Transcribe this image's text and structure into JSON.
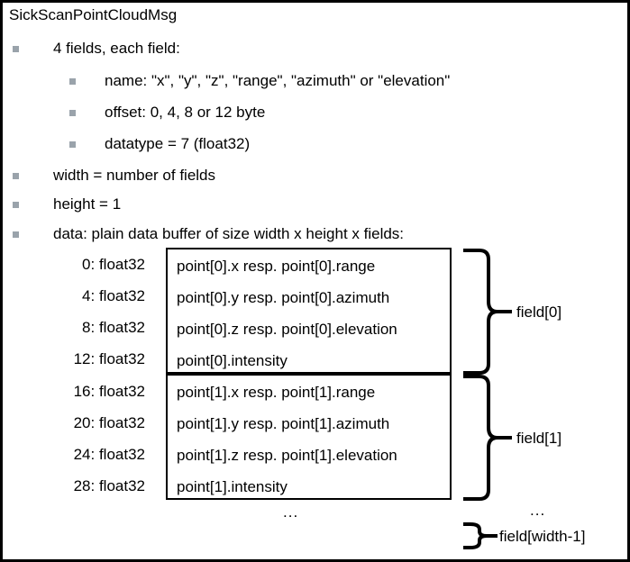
{
  "diagram": {
    "title": "SickScanPointCloudMsg",
    "bullets": [
      {
        "level": 1,
        "text": "4 fields, each field:"
      },
      {
        "level": 2,
        "text": "name: \"x\", \"y\", \"z\", \"range\", \"azimuth\"  or \"elevation\""
      },
      {
        "level": 2,
        "text": "offset: 0, 4, 8 or 12 byte"
      },
      {
        "level": 2,
        "text": "datatype = 7 (float32)"
      },
      {
        "level": 1,
        "text": "width = number of fields"
      },
      {
        "level": 1,
        "text": "height  = 1"
      },
      {
        "level": 1,
        "text": "data: plain data buffer of size width x height x fields:"
      }
    ],
    "offsets": [
      "0: float32",
      "4: float32",
      "8: float32",
      "12: float32",
      "16: float32",
      "20: float32",
      "24: float32",
      "28: float32"
    ],
    "boxes": [
      {
        "lines": [
          "point[0].x resp. point[0].range",
          "point[0].y resp. point[0].azimuth",
          "point[0].z resp. point[0].elevation",
          "point[0].intensity"
        ]
      },
      {
        "lines": [
          "point[1].x resp. point[1].range",
          "point[1].y resp. point[1].azimuth",
          "point[1].z resp. point[1].elevation",
          "point[1].intensity"
        ]
      }
    ],
    "field_labels": [
      "field[0]",
      "field[1]",
      "field[width-1]"
    ],
    "ellipsis_center": "...",
    "ellipsis_right": "...",
    "colors": {
      "border": "#000000",
      "bullet": "#9aa3ab",
      "text": "#000000",
      "background": "#ffffff"
    }
  }
}
